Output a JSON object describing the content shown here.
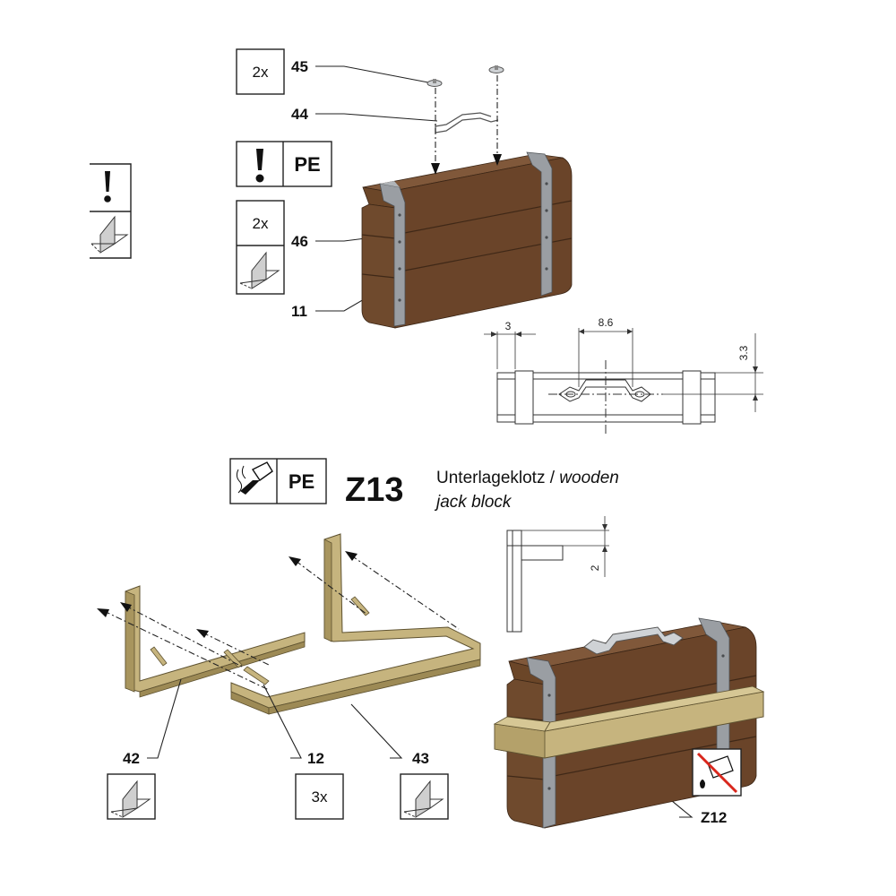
{
  "labels": {
    "p45": "45",
    "p44": "44",
    "p46": "46",
    "p11": "11",
    "p42": "42",
    "p12": "12",
    "p43": "43",
    "z12": "Z12"
  },
  "quantity_boxes": {
    "q45": "2x",
    "q46": "2x",
    "q12": "3x"
  },
  "pe_boxes": {
    "top": "PE",
    "bottom": "PE"
  },
  "dimensions": {
    "d3": "3",
    "d86": "8.6",
    "d33": "3.3",
    "d2": "2"
  },
  "section": {
    "code": "Z13",
    "desc_de": "Unterlageklotz / ",
    "desc_en_1": "wooden",
    "desc_en_2": "jack block"
  },
  "colors": {
    "wood": "#6e4a2e",
    "wood_dark": "#5a3a22",
    "wood_light": "#80583a",
    "strap": "#9a9ea3",
    "bracket": "#c6b47e",
    "bracket_dark": "#a8955e",
    "prohibit_red": "#d9261c"
  },
  "icons": [
    "exclamation-icon",
    "glue-angle-icon",
    "solder-iron-icon",
    "no-paint-icon"
  ]
}
